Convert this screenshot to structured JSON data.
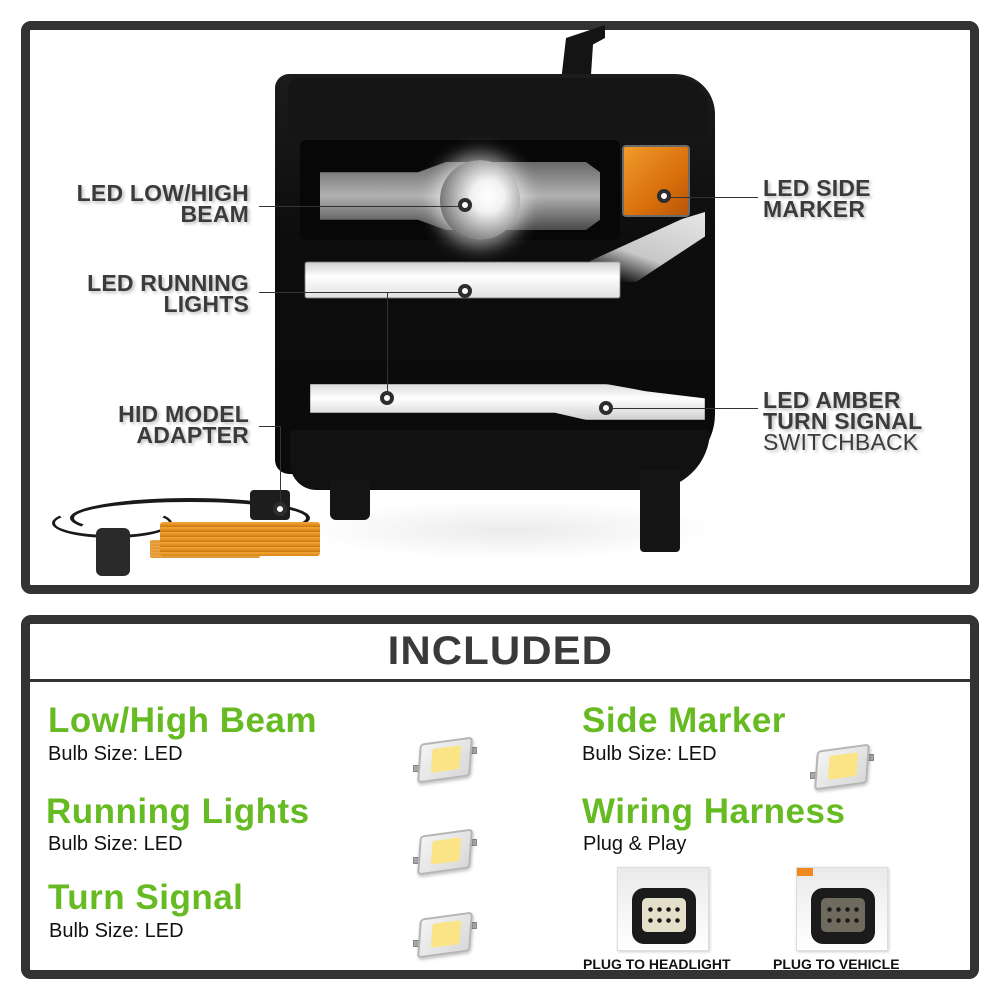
{
  "colors": {
    "frame_border": "#333333",
    "callout_text": "#3b3b3b",
    "item_title_green": "#66bb22",
    "amber": "#e07d10",
    "led_phosphor": "#fbe486",
    "resistor_gold": "#e8951f"
  },
  "feature_panel": {
    "callouts": [
      {
        "id": "low-high-beam",
        "line1": "LED LOW/HIGH",
        "line2": "BEAM",
        "side": "left"
      },
      {
        "id": "running-lights",
        "line1": "LED RUNNING",
        "line2": "LIGHTS",
        "side": "left"
      },
      {
        "id": "hid-adapter",
        "line1": "HID MODEL",
        "line2": "ADAPTER",
        "side": "left"
      },
      {
        "id": "side-marker",
        "line1": "LED SIDE",
        "line2": "MARKER",
        "side": "right"
      },
      {
        "id": "turn-signal",
        "line1": "LED AMBER",
        "line2": "TURN SIGNAL",
        "line3": "SWITCHBACK",
        "side": "right"
      }
    ],
    "product_image": "headlight-assembly-illustration",
    "accessory_image": "hid-adapter-harness-with-resistors"
  },
  "included_panel": {
    "title": "INCLUDED",
    "items": [
      {
        "title": "Low/High Beam",
        "subtitle": "Bulb Size: LED",
        "icon": "led-chip-icon"
      },
      {
        "title": "Running Lights",
        "subtitle": "Bulb Size: LED",
        "icon": "led-chip-icon"
      },
      {
        "title": "Turn Signal",
        "subtitle": "Bulb Size: LED",
        "icon": "led-chip-icon"
      },
      {
        "title": "Side Marker",
        "subtitle": "Bulb Size: LED",
        "icon": "led-chip-icon"
      },
      {
        "title": "Wiring Harness",
        "subtitle": "Plug & Play",
        "icon": "connector-plug-icon"
      }
    ],
    "plugs": [
      {
        "caption": "PLUG TO HEADLIGHT",
        "icon": "headlight-connector-icon"
      },
      {
        "caption": "PLUG TO VEHICLE",
        "icon": "vehicle-connector-icon"
      }
    ]
  }
}
